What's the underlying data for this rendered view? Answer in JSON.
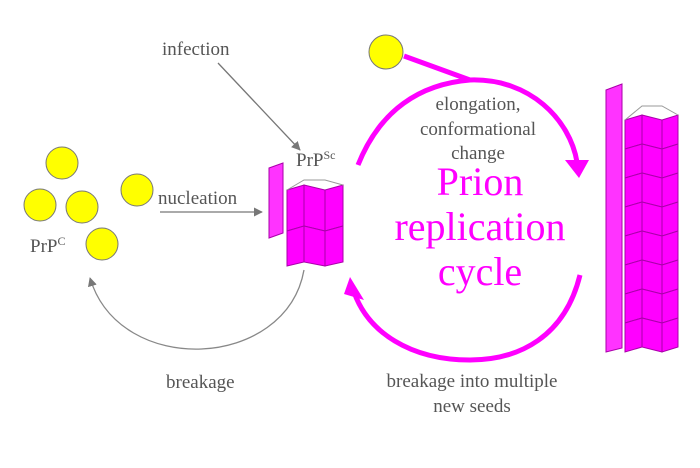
{
  "labels": {
    "infection": "infection",
    "nucleation": "nucleation",
    "breakage": "breakage",
    "prp_c_base": "PrP",
    "prp_c_sup": "C",
    "prp_sc_base": "PrP",
    "prp_sc_sup": "Sc",
    "elongation_1": "elongation,",
    "elongation_2": "conformational",
    "elongation_3": "change",
    "cycle_1": "Prion",
    "cycle_2": "replication",
    "cycle_3": "cycle",
    "seeds_1": "breakage into multiple",
    "seeds_2": "new seeds"
  },
  "colors": {
    "monomer": "#ffff00",
    "fibril": "#ff00ff",
    "cycle_arrow": "#ff00ff",
    "cycle_text": "#ff00ff",
    "label_text": "#555555",
    "gray_arrow": "#888888"
  }
}
